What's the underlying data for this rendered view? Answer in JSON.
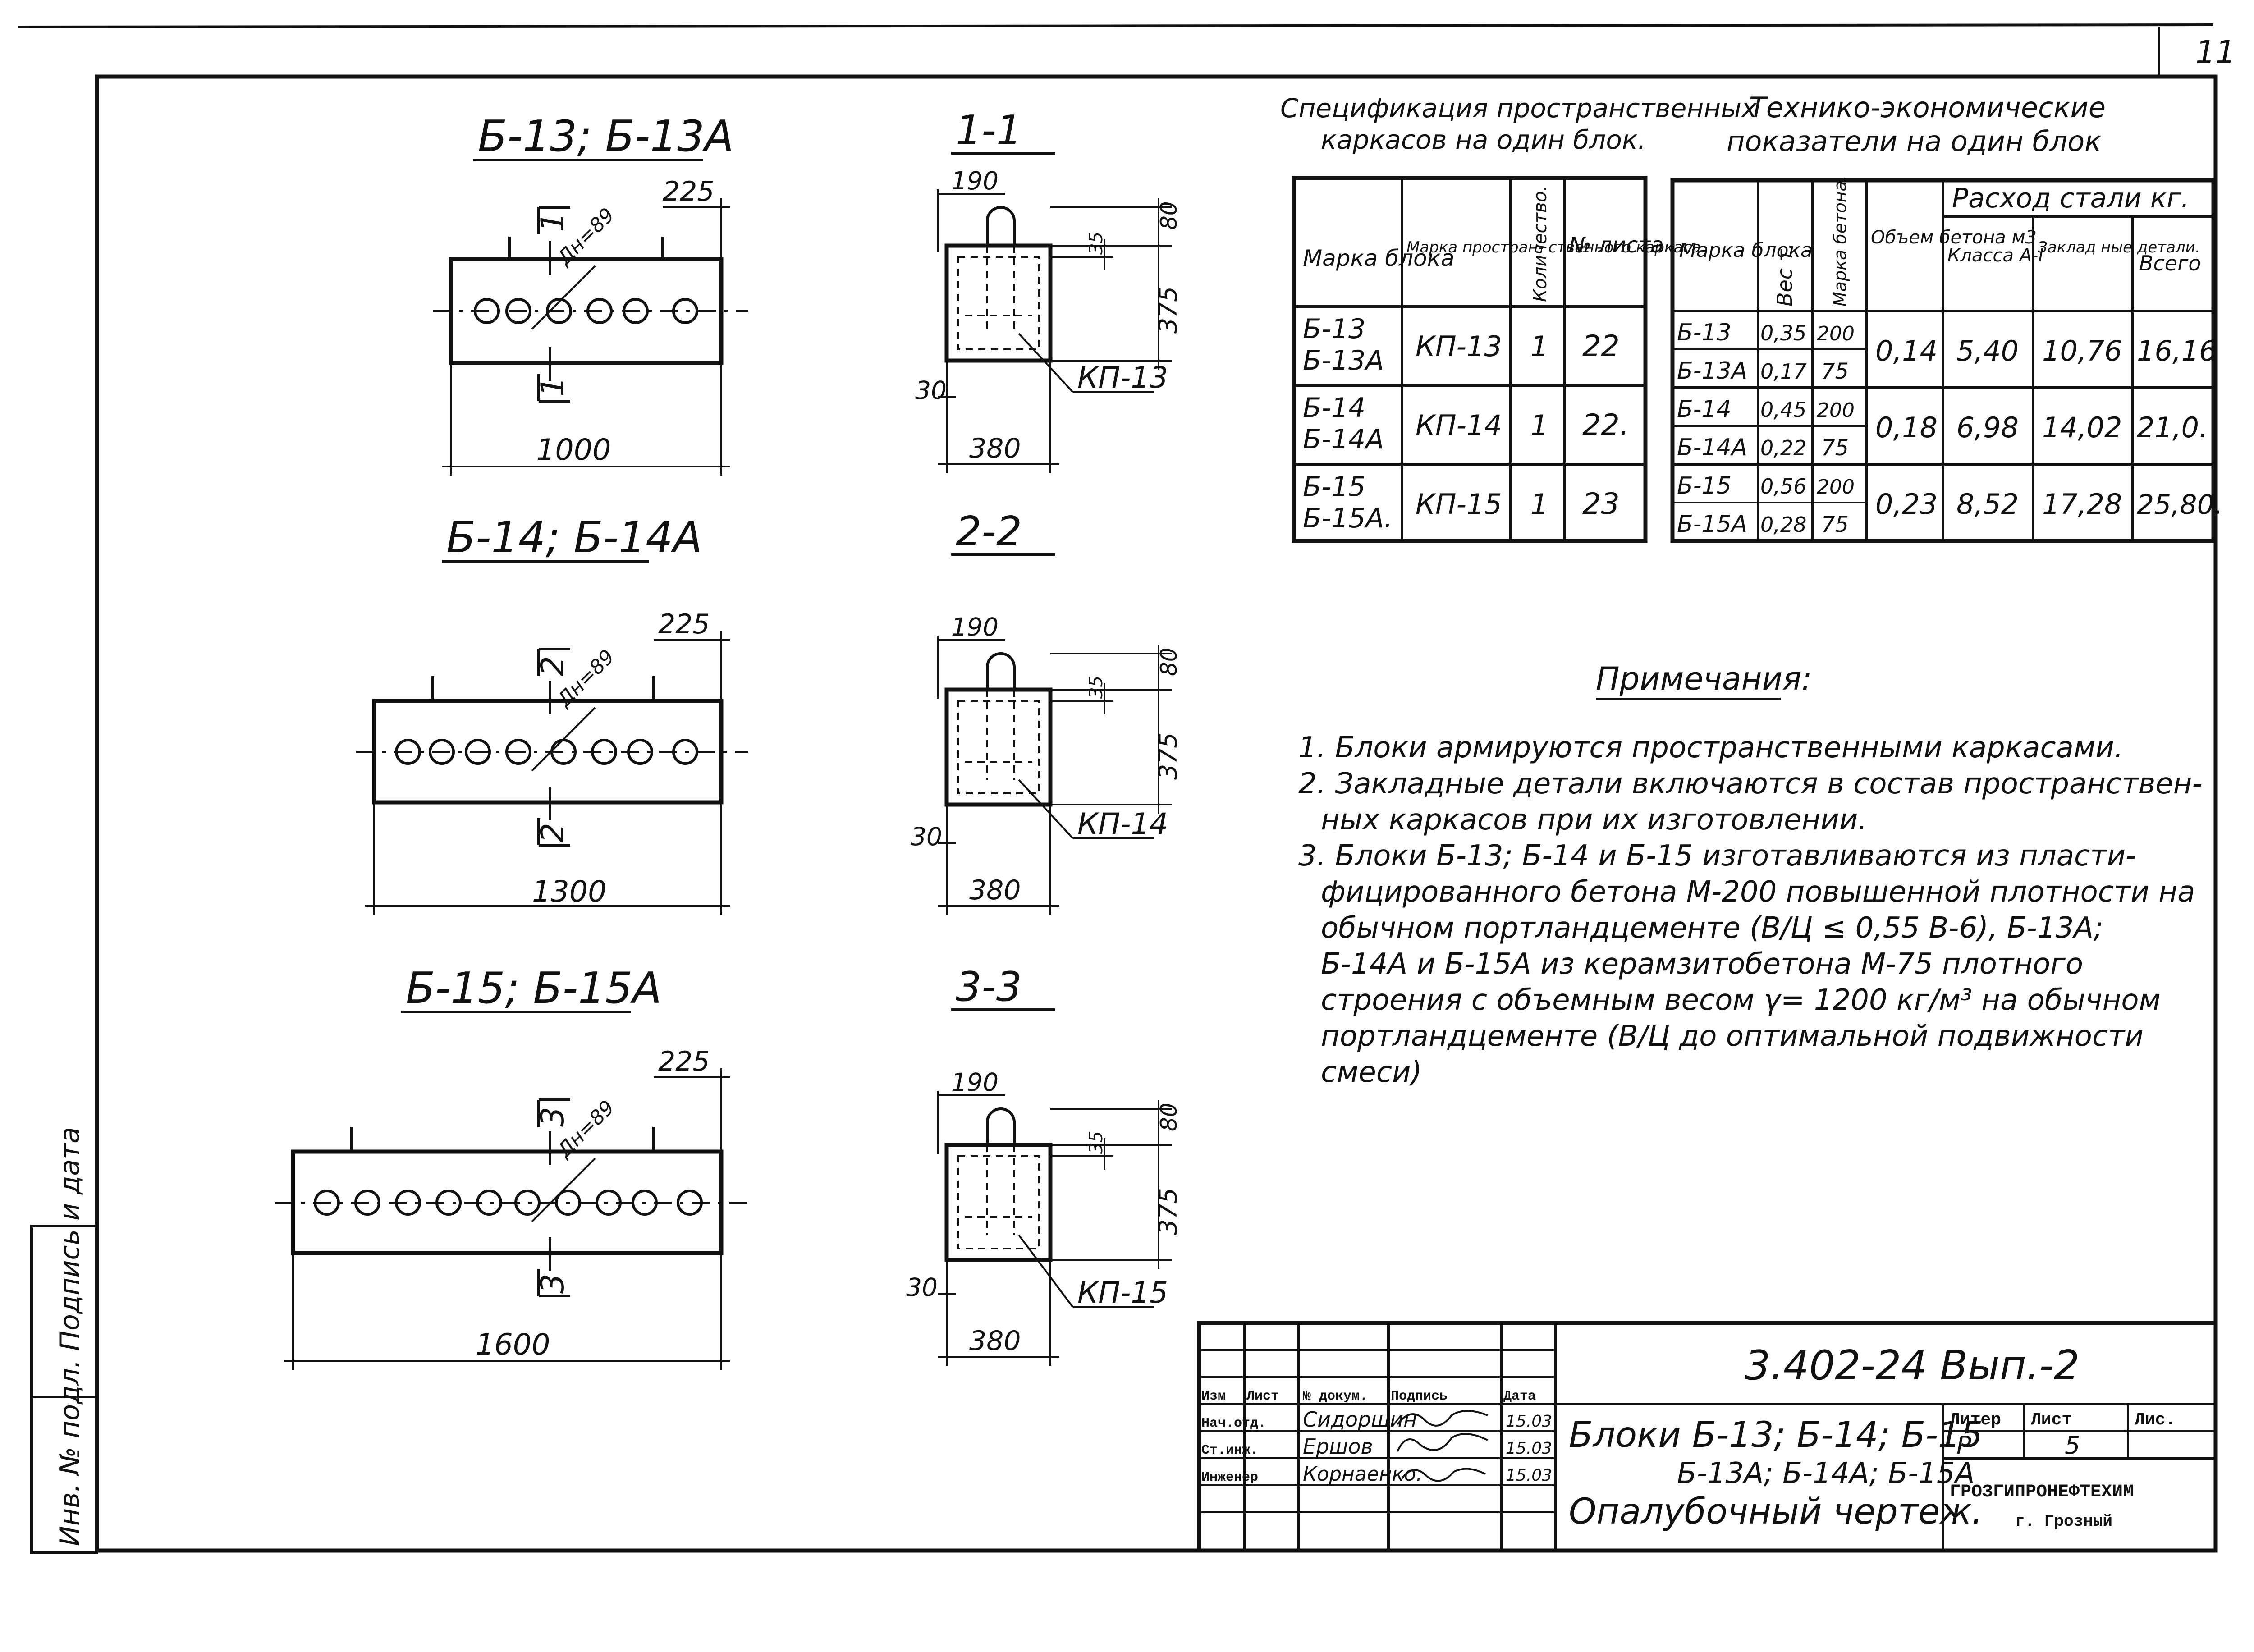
{
  "page_number": "11",
  "drawings": [
    {
      "title": "Б-13; Б-13А",
      "length": "1000",
      "offset": "225",
      "section_mark": "1",
      "diameter": "Дн=89"
    },
    {
      "title": "Б-14; Б-14А",
      "length": "1300",
      "offset": "225",
      "section_mark": "2",
      "diameter": "Дн=89"
    },
    {
      "title": "Б-15; Б-15А",
      "length": "1600",
      "offset": "225",
      "section_mark": "3",
      "diameter": "Дн=89"
    }
  ],
  "sections": [
    {
      "title": "1-1",
      "top": "190",
      "hook": "80",
      "cover": "35",
      "height": "375",
      "side": "30",
      "width": "380",
      "cage": "КП-13"
    },
    {
      "title": "2-2",
      "top": "190",
      "hook": "80",
      "cover": "35",
      "height": "375",
      "side": "30",
      "width": "380",
      "cage": "КП-14"
    },
    {
      "title": "3-3",
      "top": "190",
      "hook": "80",
      "cover": "35",
      "height": "375",
      "side": "30",
      "width": "380",
      "cage": "КП-15"
    }
  ],
  "spec_table": {
    "title_line1": "Спецификация пространственных",
    "title_line2": "каркасов на один блок.",
    "headers": [
      "Марка блока",
      "Марка простран- ственного каркаса.",
      "Количество.",
      "№ листа"
    ],
    "rows": [
      {
        "block1": "Б-13",
        "block2": "Б-13А",
        "cage": "КП-13",
        "qty": "1",
        "sheet": "22"
      },
      {
        "block1": "Б-14",
        "block2": "Б-14А",
        "cage": "КП-14",
        "qty": "1",
        "sheet": "22."
      },
      {
        "block1": "Б-15",
        "block2": "Б-15А.",
        "cage": "КП-15",
        "qty": "1",
        "sheet": "23"
      }
    ]
  },
  "tech_table": {
    "title_line1": "Технико-экономические",
    "title_line2": "показатели на один блок",
    "headers": {
      "mark": "Марка блока",
      "weight": "Вес т.",
      "concrete": "Марка бетона.",
      "volume": "Объем бетона м3",
      "steel": "Расход стали кг.",
      "class": "Класса А-I",
      "embedded": "Заклад ные детали.",
      "total": "Всего"
    },
    "rows": [
      {
        "m1": "Б-13",
        "w1": "0,35",
        "c1": "200",
        "m2": "Б-13А",
        "w2": "0,17",
        "c2": "75",
        "vol": "0,14",
        "a1": "5,40",
        "emb": "10,76",
        "tot": "16,16"
      },
      {
        "m1": "Б-14",
        "w1": "0,45",
        "c1": "200",
        "m2": "Б-14А",
        "w2": "0,22",
        "c2": "75",
        "vol": "0,18",
        "a1": "6,98",
        "emb": "14,02",
        "tot": "21,0."
      },
      {
        "m1": "Б-15",
        "w1": "0,56",
        "c1": "200",
        "m2": "Б-15А",
        "w2": "0,28",
        "c2": "75",
        "vol": "0,23",
        "a1": "8,52",
        "emb": "17,28",
        "tot": "25,80."
      }
    ]
  },
  "notes": {
    "title": "Примечания:",
    "lines": [
      "1. Блоки армируются пространственными каркасами.",
      "2. Закладные детали включаются в состав пространствен-",
      "ных каркасов при их изготовлении.",
      "3. Блоки Б-13; Б-14 и Б-15 изготавливаются из пласти-",
      "фицированного бетона М-200 повышенной плотности на",
      "обычном портландцементе (В/Ц ≤ 0,55 В-6), Б-13А;",
      "Б-14А и Б-15А из керамзитобетона М-75 плотного",
      "строения с объемным весом γ= 1200 кг/м³ на обычном",
      "портландцементе (В/Ц до оптимальной подвижности",
      "смеси)"
    ]
  },
  "stamp": {
    "code": "3.402-24 Вып.-2",
    "col_heads": [
      "Изм",
      "Лист",
      "№ докум.",
      "Подпись",
      "Дата"
    ],
    "people": [
      {
        "role": "Нач.отд.",
        "name": "Сидоршин",
        "date": "15.03"
      },
      {
        "role": "Ст.инж.",
        "name": "Ершов",
        "date": "15.03"
      },
      {
        "role": "Инженер",
        "name": "Корнаенко.",
        "date": "15.03"
      }
    ],
    "title_line1": "Блоки Б-13; Б-14; Б-15",
    "title_line2": "Б-13А; Б-14А; Б-15А",
    "title_line3": "Опалубочный чертеж.",
    "litera_label": "Литер",
    "litera_value": "Р",
    "sheet_label": "Лист",
    "sheet_value": "5",
    "sheets_label": "Лис.",
    "org": "ГРОЗГИПРОНЕФТЕХИМ",
    "city": "г. Грозный"
  },
  "side_stamp": "Инв. № подл. Подпись и дата"
}
